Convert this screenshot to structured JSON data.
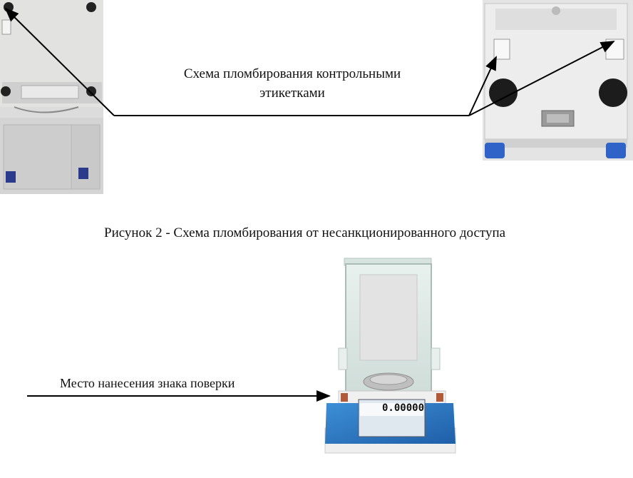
{
  "seal_scheme": {
    "label_line1": "Схема пломбирования контрольными",
    "label_line2": "этикетками"
  },
  "figure": {
    "caption": "Рисунок 2 - Схема пломбирования от несанкционированного доступа"
  },
  "verification": {
    "label": "Место нанесения знака поверки",
    "display_value": "0.00000"
  }
}
